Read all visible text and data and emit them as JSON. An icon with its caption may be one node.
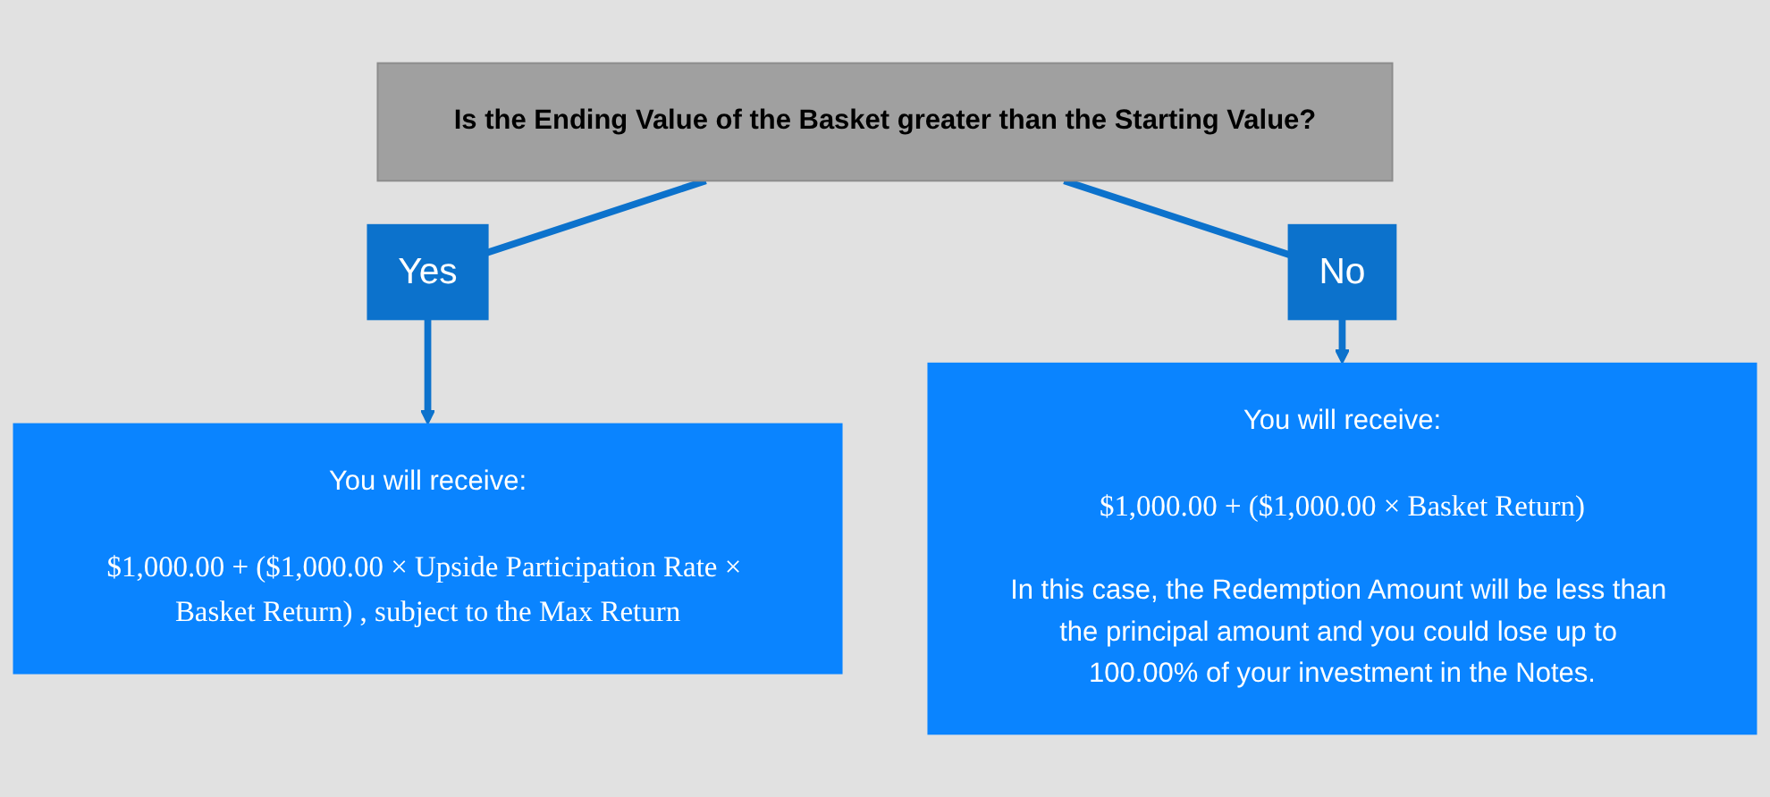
{
  "diagram": {
    "nodes": [
      {
        "text": [
          "Is the Ending Value of the Basket greater than the Starting Value?"
        ]
      },
      {
        "text": [
          "You will receive:",
          "$1,000.00 + ($1,000.00 × Upside Participation Rate × Basket Return) , subject to the Max Return"
        ]
      },
      {
        "text": [
          "You will receive:",
          "$1,000.00 + ($1,000.00 × Basket Return)",
          "In this case, the Redemption Amount will be less than the principal amount and you could lose up to 100.00% of your investment in the Notes."
        ]
      }
    ],
    "edges": [
      {
        "from": 0,
        "to": 1,
        "label": "Yes",
        "arrow": "to"
      },
      {
        "from": 0,
        "to": 2,
        "label": "No",
        "arrow": "to"
      }
    ]
  }
}
